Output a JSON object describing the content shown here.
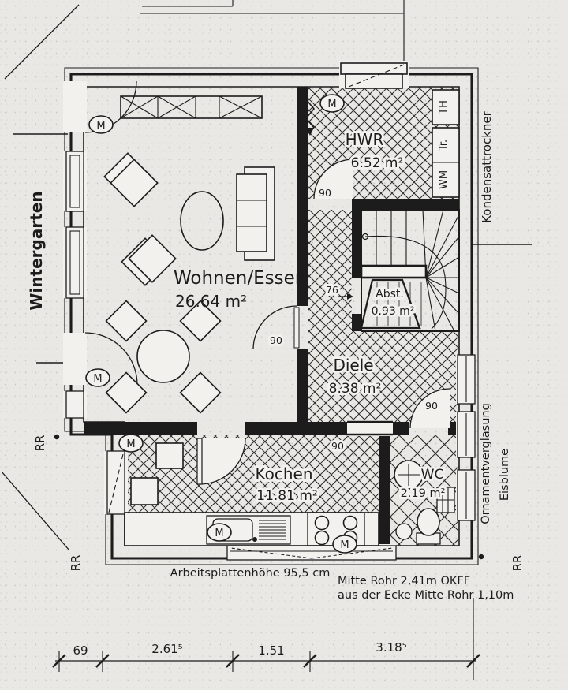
{
  "rooms": {
    "wohnen": {
      "name": "Wohnen/Essen",
      "area": "26.64 m²"
    },
    "hwr": {
      "name": "HWR",
      "area": "6.52 m²"
    },
    "diele": {
      "name": "Diele",
      "area": "8.38 m²"
    },
    "abst": {
      "name": "Abst.",
      "area": "0.93 m²"
    },
    "kochen": {
      "name": "Kochen",
      "area": "11.81 m²"
    },
    "wc": {
      "name": "WC",
      "area": "2.19 m²"
    }
  },
  "appliances": {
    "wm": "WM",
    "tr": "Tr.",
    "th": "TH"
  },
  "symbols": {
    "meter": "M"
  },
  "door_widths": {
    "hwr": "90",
    "wohnen_diele": "90",
    "kochen": "90",
    "wc": "90",
    "abst": "76"
  },
  "side_labels": {
    "wintergarten": "Wintergarten",
    "kondensattrockner": "Kondensattrockner",
    "ornamentverglasung": "Ornamentverglasung",
    "eisblume": "Eisblume",
    "rr": "RR"
  },
  "annotations": {
    "worktop": "Arbeitsplattenhöhe 95,5 cm",
    "pipe_line1": "Mitte Rohr 2,41m OKFF",
    "pipe_line2": "aus der Ecke Mitte Rohr 1,10m"
  },
  "dimensions": {
    "d1": "69",
    "d2": "2.61⁵",
    "d3": "1.51",
    "d4": "3.18⁵"
  },
  "colors": {
    "ink": "#1c1c1c",
    "paper": "#e9e8e4",
    "floor": "#f2f1ee"
  }
}
